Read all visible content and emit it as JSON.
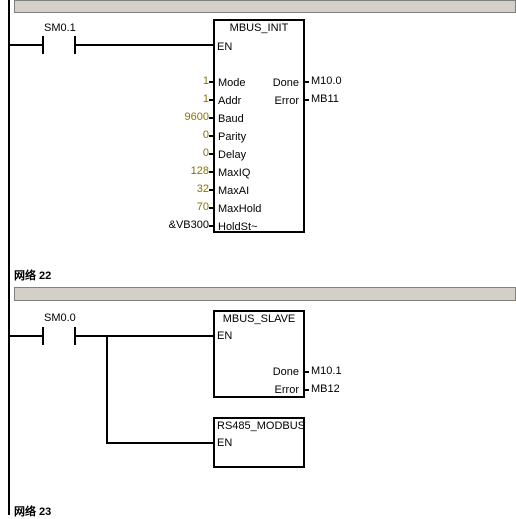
{
  "net21": {
    "contact": "SM0.1",
    "block": {
      "title": "MBUS_INIT",
      "en": "EN",
      "inputs": [
        {
          "pin": "Mode",
          "value": "1"
        },
        {
          "pin": "Addr",
          "value": "1"
        },
        {
          "pin": "Baud",
          "value": "9600"
        },
        {
          "pin": "Parity",
          "value": "0"
        },
        {
          "pin": "Delay",
          "value": "0"
        },
        {
          "pin": "MaxIQ",
          "value": "128"
        },
        {
          "pin": "MaxAI",
          "value": "32"
        },
        {
          "pin": "MaxHold",
          "value": "70"
        },
        {
          "pin": "HoldSt~",
          "value": "&VB300"
        }
      ],
      "outputs": [
        {
          "pin": "Done",
          "value": "M10.0"
        },
        {
          "pin": "Error",
          "value": "MB11"
        }
      ]
    }
  },
  "net22": {
    "label": "网络 22",
    "contact": "SM0.0",
    "block1": {
      "title": "MBUS_SLAVE",
      "en": "EN",
      "outputs": [
        {
          "pin": "Done",
          "value": "M10.1"
        },
        {
          "pin": "Error",
          "value": "MB12"
        }
      ]
    },
    "block2": {
      "title": "RS485_MODBUS",
      "en": "EN"
    }
  },
  "net23": {
    "label": "网络 23"
  }
}
